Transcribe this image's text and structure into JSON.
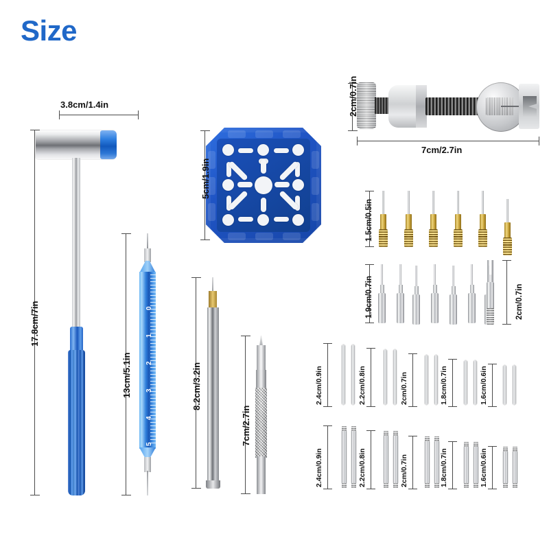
{
  "title": "Size",
  "title_color": "#2068c8",
  "background": "#ffffff",
  "items": {
    "hammer": {
      "name": "watch-hammer",
      "width_label": "3.8cm/1.4in",
      "height_label": "17.8cm/7in"
    },
    "spring_bar_tool": {
      "name": "spring-bar-tool",
      "height_label": "13cm/5.1in",
      "ruler_marks": [
        "0",
        "1",
        "2",
        "3",
        "4",
        "5"
      ]
    },
    "pin_punch": {
      "name": "pin-punch",
      "height_label": "8.2cm/3.2in"
    },
    "awl": {
      "name": "knurled-awl",
      "height_label": "7cm/2.7in"
    },
    "holder_block": {
      "name": "watch-holder-block",
      "height_label": "5cm/1.9in"
    },
    "link_remover": {
      "name": "link-remover-tool",
      "height_label": "2cm/0.7in",
      "width_label": "7cm/2.7in"
    },
    "brass_pins": {
      "name": "brass-pin-set",
      "height_label": "1.5cm/0.5in",
      "count": 6
    },
    "steel_pins": {
      "name": "steel-pin-set",
      "height_label": "1.9cm/0.7in",
      "count": 7
    },
    "forked_pin": {
      "name": "forked-tip-pin",
      "height_label": "2cm/0.7in",
      "count": 1
    }
  },
  "spring_bars_thin": {
    "name": "thin-spring-bar-row",
    "groups": [
      {
        "label": "2.4cm/0.9in",
        "length_cm": 2.4,
        "pairs": 2
      },
      {
        "label": "2.2cm/0.8in",
        "length_cm": 2.2,
        "pairs": 2
      },
      {
        "label": "2cm/0.7in",
        "length_cm": 2.0,
        "pairs": 2
      },
      {
        "label": "1.8cm/0.7in",
        "length_cm": 1.8,
        "pairs": 2
      },
      {
        "label": "1.6cm/0.6in",
        "length_cm": 1.6,
        "pairs": 2
      }
    ]
  },
  "spring_bars_thick": {
    "name": "thick-spring-bar-row",
    "groups": [
      {
        "label": "2.4cm/0.9in",
        "length_cm": 2.4,
        "pairs": 2
      },
      {
        "label": "2.2cm/0.8in",
        "length_cm": 2.2,
        "pairs": 2
      },
      {
        "label": "2cm/0.7in",
        "length_cm": 2.0,
        "pairs": 2
      },
      {
        "label": "1.8cm/0.7in",
        "length_cm": 1.8,
        "pairs": 2
      },
      {
        "label": "1.6cm/0.6in",
        "length_cm": 1.6,
        "pairs": 2
      }
    ]
  }
}
